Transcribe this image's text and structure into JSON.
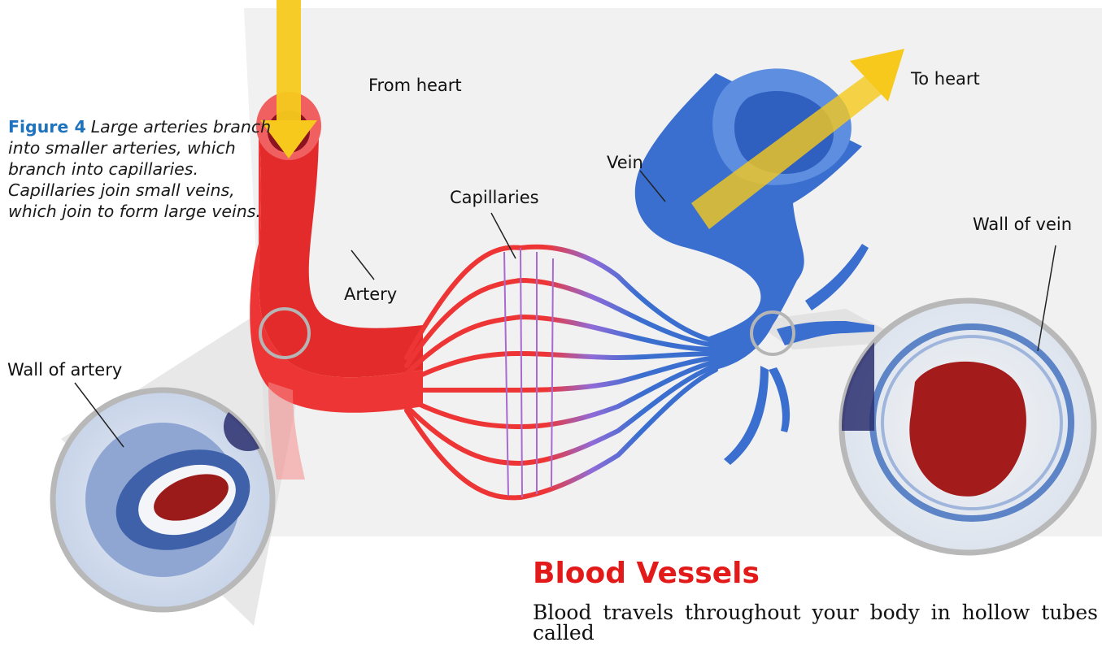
{
  "figure": {
    "number_label": "Figure 4",
    "caption": "Large arteries branch into smaller arteries, which branch into capillaries. Capillaries join small veins, which join to form large veins."
  },
  "labels": {
    "from_heart": "From heart",
    "to_heart": "To heart",
    "vein": "Vein",
    "capillaries": "Capillaries",
    "artery": "Artery",
    "wall_of_vein": "Wall of vein",
    "wall_of_artery": "Wall of artery"
  },
  "section": {
    "title": "Blood Vessels",
    "body": "Blood travels throughout your body in hollow tubes called"
  },
  "colors": {
    "artery_red": "#ee3535",
    "vein_blue": "#3a6fd0",
    "caption_blue": "#1e73be",
    "title_red": "#e21a1a",
    "arrow_yellow": "#f6c91c"
  },
  "icons": [
    "down-arrow-icon",
    "up-right-arrow-icon"
  ]
}
